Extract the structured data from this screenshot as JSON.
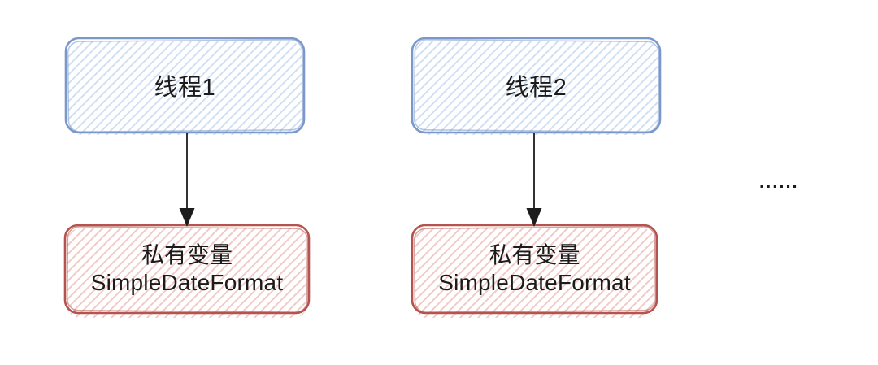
{
  "colors": {
    "thread_box_border": "#7b98cb",
    "thread_box_hatch": "#cfdff3",
    "variable_box_border": "#b5534e",
    "variable_box_hatch": "#f1c9c5",
    "arrow": "#1c1c1c",
    "label_text": "#1b1b1b"
  },
  "nodes": {
    "thread1": {
      "label": "线程1"
    },
    "thread2": {
      "label": "线程2"
    },
    "variable1": {
      "line1": "私有变量",
      "line2": "SimpleDateFormat"
    },
    "variable2": {
      "line1": "私有变量",
      "line2": "SimpleDateFormat"
    }
  },
  "edges": [
    {
      "from": "thread1",
      "to": "variable1"
    },
    {
      "from": "thread2",
      "to": "variable2"
    }
  ],
  "ellipsis": "......"
}
